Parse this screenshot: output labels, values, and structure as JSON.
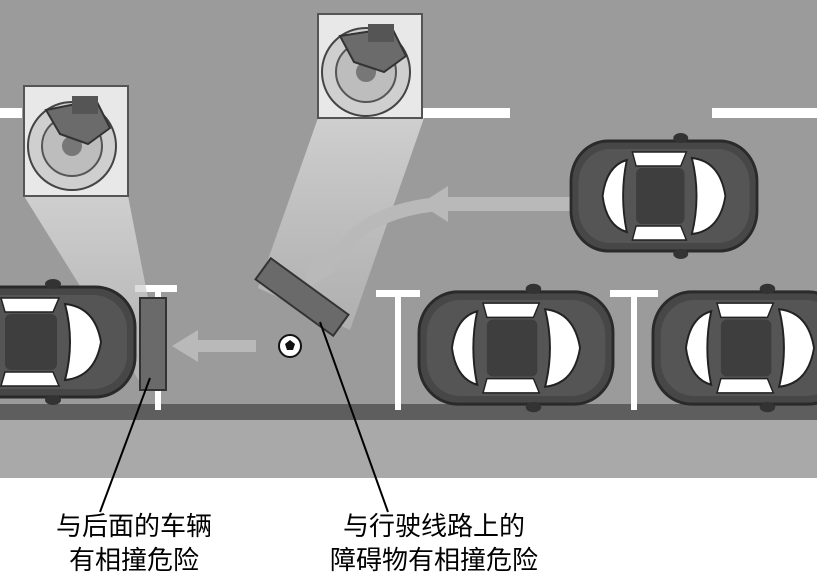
{
  "captions": {
    "left": {
      "line1": "与后面的车辆",
      "line2": "有相撞危险"
    },
    "right": {
      "line1": "与行驶线路上的",
      "line2": "障碍物有相撞危险"
    }
  },
  "colors": {
    "road": "#9b9b9b",
    "curb": "#5e5e5e",
    "lane_marking": "#ffffff",
    "car_body": "#4a4a4a",
    "car_glass": "#ffffff",
    "obstacle_block": "#6a6a6a",
    "sensor_beam": "#c8c8c8",
    "arrow": "#b9b9b9"
  },
  "icons": {
    "brake_disc_left": "brake-disc-icon",
    "brake_disc_right": "brake-disc-icon",
    "ball": "soccer-ball-icon"
  }
}
